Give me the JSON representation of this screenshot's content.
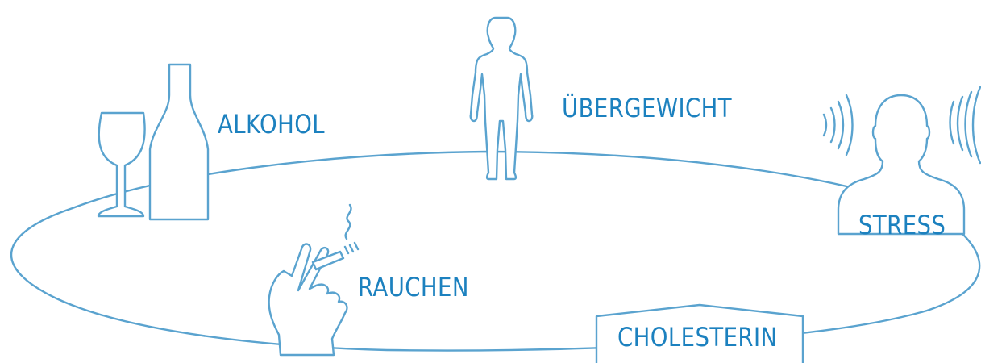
{
  "labels": {
    "alkohol": "ALKOHOL",
    "uebergewicht": "ÜBERGEWICHT",
    "stress": "STRESS",
    "rauchen": "RAUCHEN",
    "cholesterin": "CHOLESTERIN"
  },
  "colors": {
    "line": "#5aa3cf",
    "text": "#1c81bf"
  },
  "icons": [
    "wine-glass-icon",
    "wine-bottle-icon",
    "human-figure-icon",
    "stressed-head-icon",
    "sound-waves-icon",
    "smoking-hand-icon"
  ]
}
